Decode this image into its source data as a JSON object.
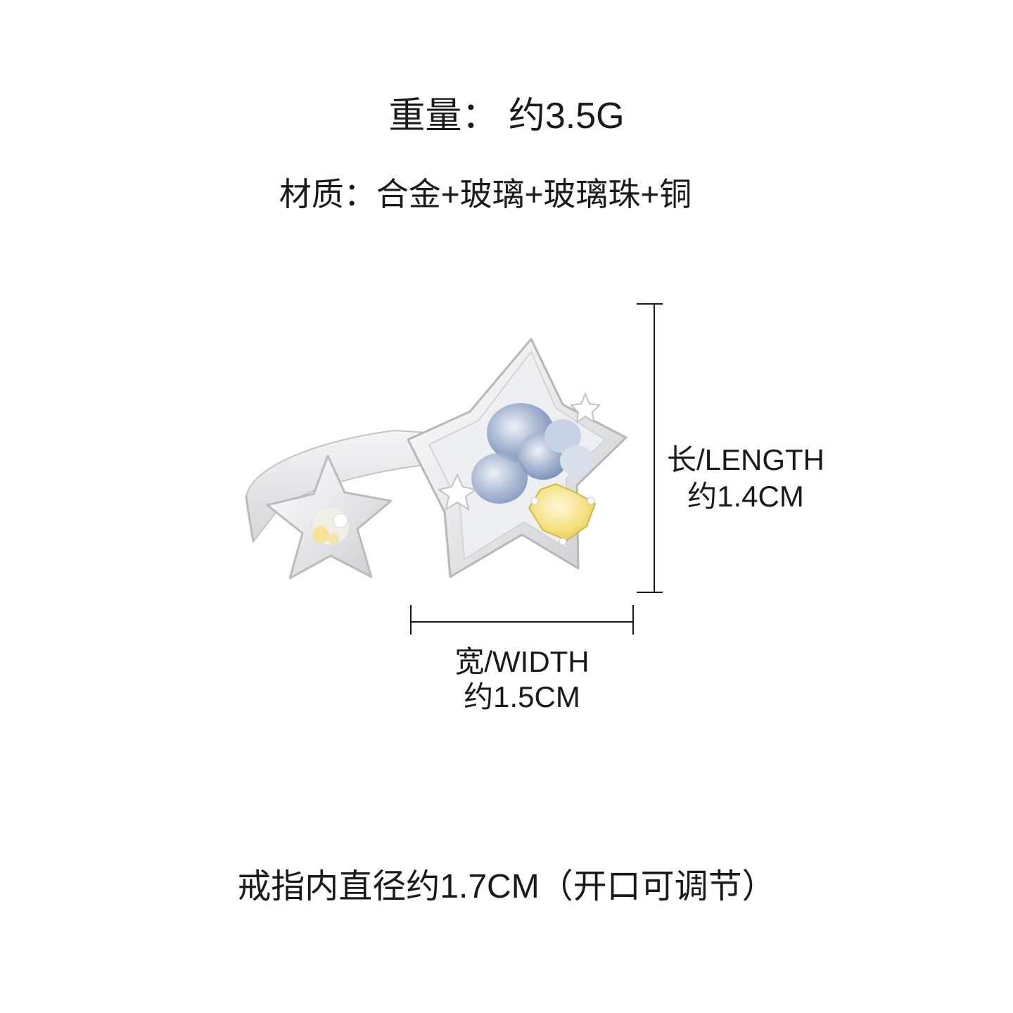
{
  "weight": "重量：  约3.5G",
  "material": "材质：合金+玻璃+玻璃珠+铜",
  "length": {
    "label": "长/LENGTH",
    "value": "约1.4CM"
  },
  "width": {
    "label": "宽/WIDTH",
    "value": "约1.5CM"
  },
  "inner_diameter": "戒指内直径约1.7CM（开口可调节）",
  "colors": {
    "text": "#1a1a1a",
    "silver": "#e8e8ea",
    "blue_crystal": "#8fa3c8",
    "yellow_crystal": "#f3df7a"
  }
}
